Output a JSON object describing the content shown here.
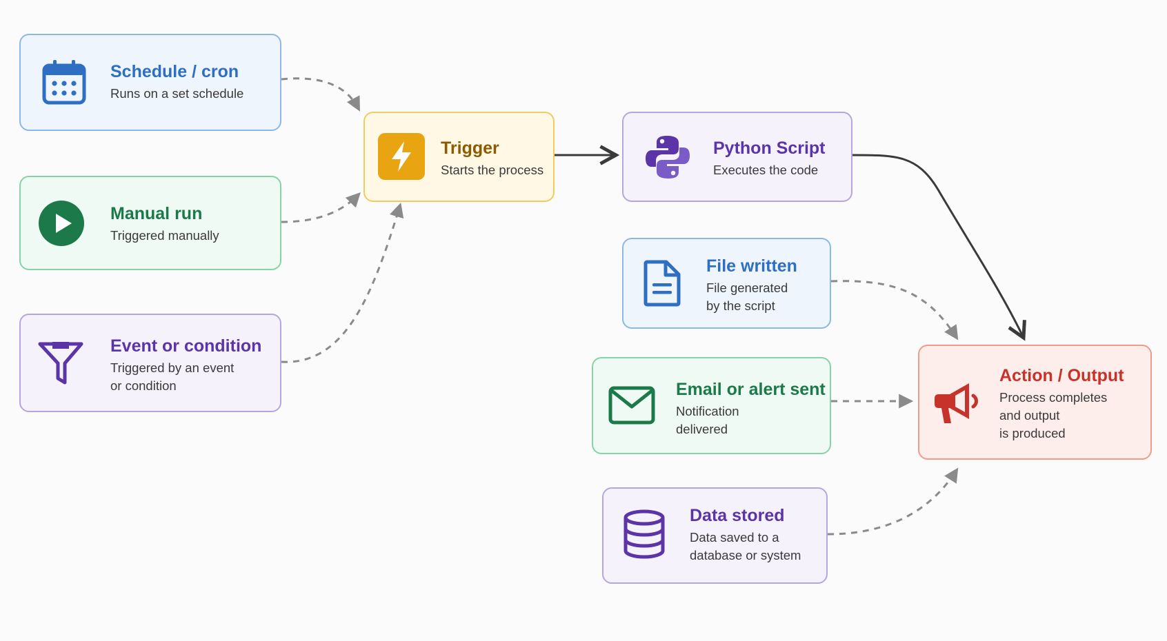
{
  "nodes": {
    "schedule": {
      "title": "Schedule / cron",
      "lines": [
        "Runs on a set schedule"
      ],
      "icon": "calendar-icon",
      "accent": "#2e6fc4"
    },
    "manual": {
      "title": "Manual run",
      "lines": [
        "Triggered manually"
      ],
      "icon": "play-icon",
      "accent": "#1c7a4a"
    },
    "event": {
      "title": "Event or condition",
      "lines": [
        "Triggered by an event",
        "or condition"
      ],
      "icon": "funnel-icon",
      "accent": "#5b35a8"
    },
    "trigger": {
      "title": "Trigger",
      "lines": [
        "Starts the process"
      ],
      "icon": "lightning-icon",
      "accent": "#e8a511"
    },
    "python": {
      "title": "Python Script",
      "lines": [
        "Executes the code"
      ],
      "icon": "python-logo-icon",
      "accent": "#5b35a8"
    },
    "file": {
      "title": "File written",
      "lines": [
        "File generated",
        "by the script"
      ],
      "icon": "document-icon",
      "accent": "#2e6fc4"
    },
    "email": {
      "title": "Email or alert sent",
      "lines": [
        "Notification",
        "delivered"
      ],
      "icon": "envelope-icon",
      "accent": "#1c7a4a"
    },
    "data": {
      "title": "Data stored",
      "lines": [
        "Data saved to a",
        "database or system"
      ],
      "icon": "database-icon",
      "accent": "#5b35a8"
    },
    "action": {
      "title": "Action / Output",
      "lines": [
        "Process completes",
        "and output",
        "is produced"
      ],
      "icon": "megaphone-icon",
      "accent": "#c7332a"
    }
  },
  "colors": {
    "dashed_connector": "#8a8a8a",
    "solid_connector": "#3a3a3a"
  }
}
